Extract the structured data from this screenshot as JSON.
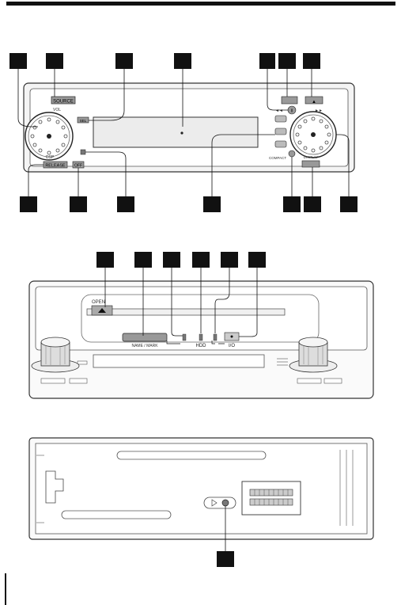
{
  "panel_top": {
    "labels": {
      "source_off": "SOURCE",
      "vol": "VOL",
      "sel": "SEL",
      "release": "RELEASE",
      "off": "OFF",
      "dsp": "DSP",
      "seek_left": "◄◄",
      "seek_right": "►►",
      "pause": "II",
      "compact": "COMPACT",
      "display": "DISPLAY",
      "eject": "▲"
    }
  },
  "panel_middle": {
    "labels": {
      "eject_slot": "OPEN",
      "brand": "NAME / MARK",
      "hdd": "HDD",
      "io": "I/O"
    }
  },
  "panel_bottom": {
    "labels": {}
  }
}
